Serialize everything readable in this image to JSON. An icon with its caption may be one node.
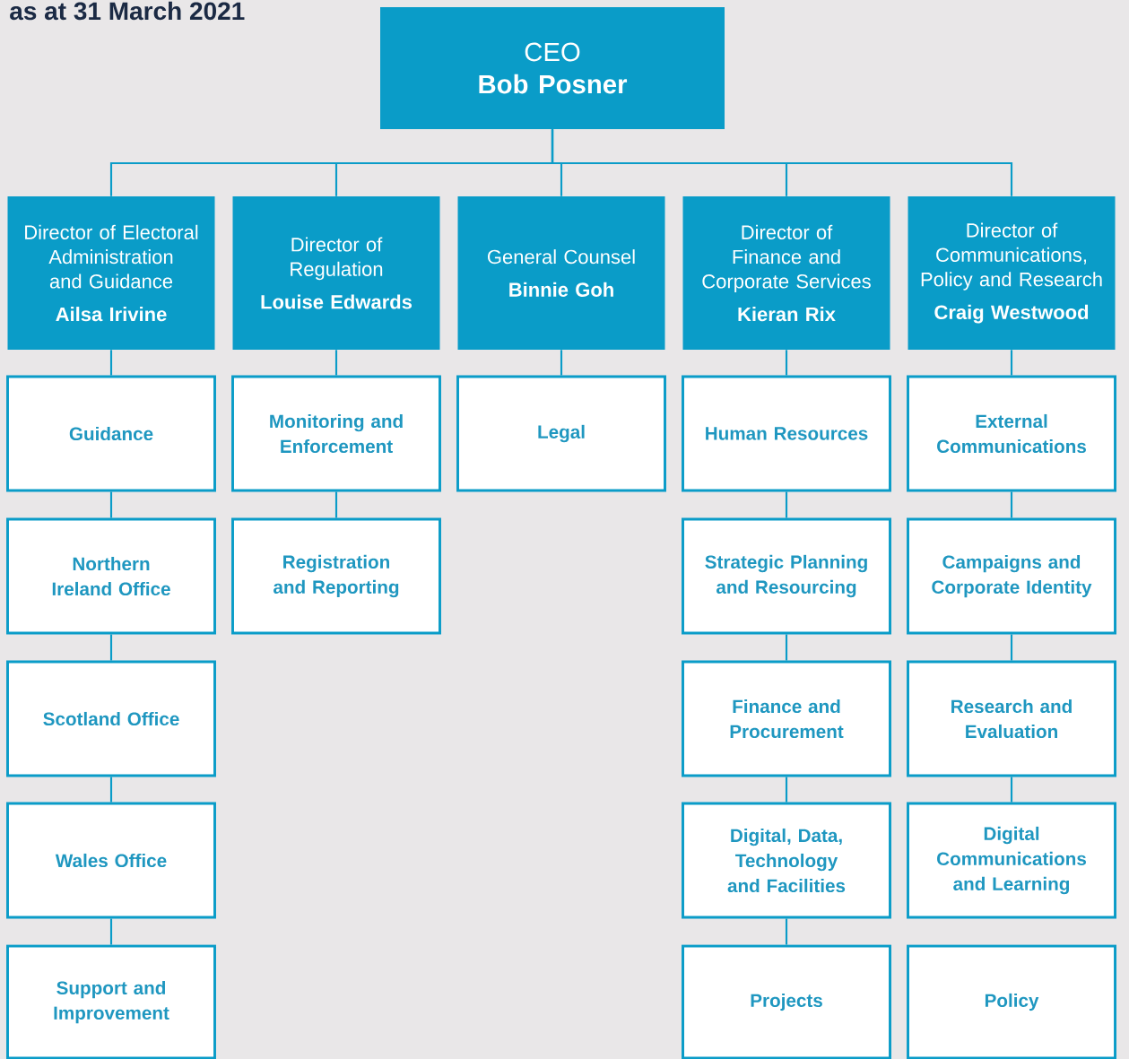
{
  "diagram": {
    "title": "as at 31 March 2021",
    "nodes": [
      {
        "text": [
          "CEO",
          "Bob Posner"
        ]
      },
      {
        "text": [
          "Director of Electoral Administration and Guidance",
          "Ailsa Irivine"
        ]
      },
      {
        "text": [
          "Director of Regulation",
          "Louise Edwards"
        ]
      },
      {
        "text": [
          "General Counsel",
          "Binnie Goh"
        ]
      },
      {
        "text": [
          "Director of Finance and Corporate Services",
          "Kieran Rix"
        ]
      },
      {
        "text": [
          "Director of Communications, Policy and Research",
          "Craig Westwood"
        ]
      },
      {
        "text": [
          "Guidance"
        ]
      },
      {
        "text": [
          "Monitoring and Enforcement"
        ]
      },
      {
        "text": [
          "Legal"
        ]
      },
      {
        "text": [
          "Human Resources"
        ]
      },
      {
        "text": [
          "External Communications"
        ]
      },
      {
        "text": [
          "Northern Ireland Office"
        ]
      },
      {
        "text": [
          "Registration and Reporting"
        ]
      },
      {
        "text": [
          "Strategic Planning and Resourcing"
        ]
      },
      {
        "text": [
          "Campaigns and Corporate Identity"
        ]
      },
      {
        "text": [
          "Scotland Office"
        ]
      },
      {
        "text": [
          "Finance and Procurement"
        ]
      },
      {
        "text": [
          "Research and Evaluation"
        ]
      },
      {
        "text": [
          "Wales Office"
        ]
      },
      {
        "text": [
          "Digital, Data, Technology and Facilities"
        ]
      },
      {
        "text": [
          "Digital Communications and Learning"
        ]
      },
      {
        "text": [
          "Support and Improvement"
        ]
      },
      {
        "text": [
          "Projects"
        ]
      },
      {
        "text": [
          "Policy"
        ]
      }
    ],
    "edges": [
      {
        "from": 0,
        "to": 1,
        "arrow": "none"
      },
      {
        "from": 0,
        "to": 2,
        "arrow": "none"
      },
      {
        "from": 0,
        "to": 3,
        "arrow": "none"
      },
      {
        "from": 0,
        "to": 4,
        "arrow": "none"
      },
      {
        "from": 0,
        "to": 5,
        "arrow": "none"
      },
      {
        "from": 1,
        "to": 6,
        "arrow": "none"
      },
      {
        "from": 2,
        "to": 7,
        "arrow": "none"
      },
      {
        "from": 3,
        "to": 8,
        "arrow": "none"
      },
      {
        "from": 4,
        "to": 9,
        "arrow": "none"
      },
      {
        "from": 5,
        "to": 10,
        "arrow": "none"
      },
      {
        "from": 6,
        "to": 11,
        "arrow": "none"
      },
      {
        "from": 7,
        "to": 12,
        "arrow": "none"
      },
      {
        "from": 9,
        "to": 13,
        "arrow": "none"
      },
      {
        "from": 10,
        "to": 14,
        "arrow": "none"
      },
      {
        "from": 11,
        "to": 15,
        "arrow": "none"
      },
      {
        "from": 13,
        "to": 16,
        "arrow": "none"
      },
      {
        "from": 14,
        "to": 17,
        "arrow": "none"
      },
      {
        "from": 15,
        "to": 18,
        "arrow": "none"
      },
      {
        "from": 16,
        "to": 19,
        "arrow": "none"
      },
      {
        "from": 17,
        "to": 20,
        "arrow": "none"
      },
      {
        "from": 18,
        "to": 21,
        "arrow": "none"
      },
      {
        "from": 19,
        "to": 22,
        "arrow": "none"
      }
    ]
  }
}
